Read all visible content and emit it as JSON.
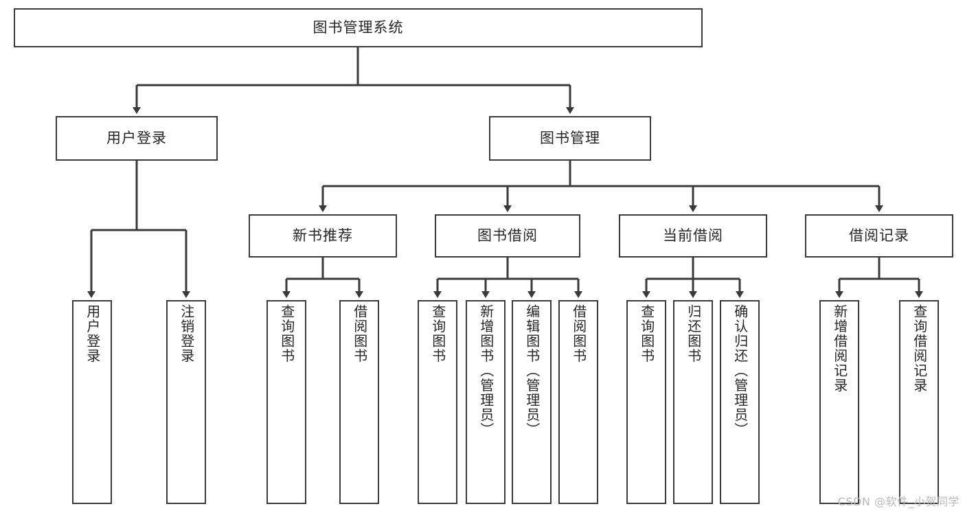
{
  "diagram": {
    "title_node": {
      "label": "图书管理系统"
    },
    "level2": [
      {
        "id": "user-login",
        "label": "用户登录"
      },
      {
        "id": "book-manage",
        "label": "图书管理"
      }
    ],
    "level3": [
      {
        "id": "new-book-recommend",
        "label": "新书推荐"
      },
      {
        "id": "book-borrow",
        "label": "图书借阅"
      },
      {
        "id": "current-borrow",
        "label": "当前借阅"
      },
      {
        "id": "borrow-record",
        "label": "借阅记录"
      }
    ],
    "leaves": [
      {
        "id": "leaf-user-login",
        "label": "用户登录"
      },
      {
        "id": "leaf-logout-login",
        "label": "注销登录"
      },
      {
        "id": "leaf-query-book-1",
        "label": "查询图书"
      },
      {
        "id": "leaf-borrow-book-1",
        "label": "借阅图书"
      },
      {
        "id": "leaf-query-book-2",
        "label": "查询图书"
      },
      {
        "id": "leaf-add-book-admin",
        "label": "新增图书（管理员）"
      },
      {
        "id": "leaf-edit-book-admin",
        "label": "编辑图书（管理员）"
      },
      {
        "id": "leaf-borrow-book-2",
        "label": "借阅图书"
      },
      {
        "id": "leaf-query-book-3",
        "label": "查询图书"
      },
      {
        "id": "leaf-return-book",
        "label": "归还图书"
      },
      {
        "id": "leaf-confirm-return-admin",
        "label": "确认归还（管理员）"
      },
      {
        "id": "leaf-add-borrow-record",
        "label": "新增借阅记录"
      },
      {
        "id": "leaf-query-borrow-record",
        "label": "查询借阅记录"
      }
    ],
    "watermark": "CSDN @软件_小贺同学",
    "colors": {
      "stroke": "#3a3a3a",
      "fill": "#ffffff",
      "text": "#262626",
      "watermark": "#b9b9b9"
    }
  }
}
